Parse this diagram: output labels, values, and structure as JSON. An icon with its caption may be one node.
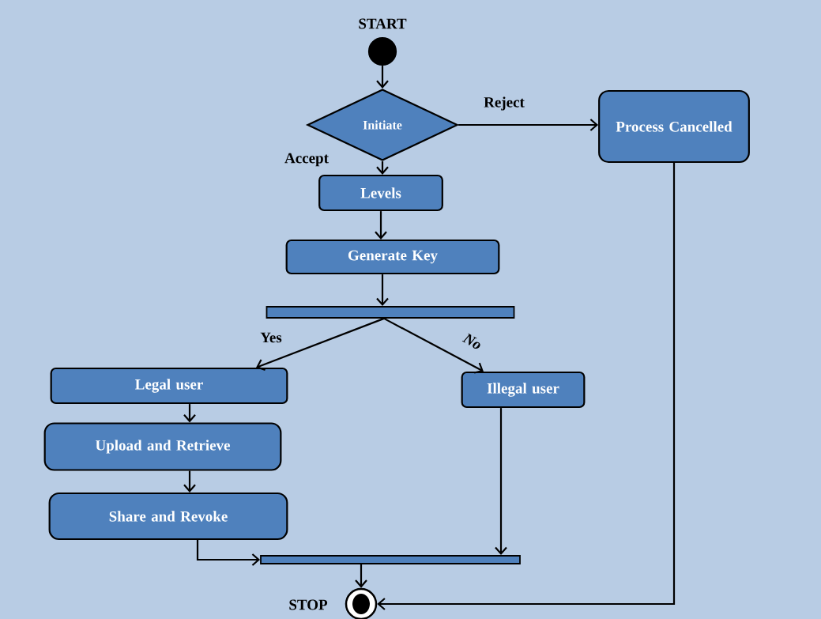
{
  "diagram": {
    "nodes": [
      {
        "text": [],
        "shape": "circle",
        "beside": [
          "START"
        ]
      },
      {
        "text": [
          "Initiate"
        ]
      },
      {
        "text": [
          "Process Cancelled"
        ]
      },
      {
        "text": [
          "Levels"
        ]
      },
      {
        "text": [
          "Generate Key"
        ]
      },
      {
        "text": [],
        "shape": "bar"
      },
      {
        "text": [
          "Legal user"
        ]
      },
      {
        "text": [
          "Illegal user"
        ]
      },
      {
        "text": [
          "Upload and Retrieve"
        ]
      },
      {
        "text": [
          "Share and Revoke"
        ]
      },
      {
        "text": [],
        "shape": "bar"
      },
      {
        "text": [],
        "shape": "circle",
        "beside": [
          "STOP"
        ]
      }
    ],
    "edges": [
      {
        "from": 0,
        "to": 1,
        "arrow": "to"
      },
      {
        "from": 1,
        "to": 2,
        "arrow": "to",
        "label": "Reject"
      },
      {
        "from": 1,
        "to": 3,
        "arrow": "to",
        "label": "Accept"
      },
      {
        "from": 3,
        "to": 4,
        "arrow": "to"
      },
      {
        "from": 4,
        "to": 5,
        "arrow": "to"
      },
      {
        "from": 5,
        "to": 6,
        "arrow": "to",
        "label": "Yes"
      },
      {
        "from": 5,
        "to": 7,
        "arrow": "to",
        "label": "No"
      },
      {
        "from": 6,
        "to": 8,
        "arrow": "to"
      },
      {
        "from": 8,
        "to": 9,
        "arrow": "to"
      },
      {
        "from": 9,
        "to": 10,
        "arrow": "to"
      },
      {
        "from": 7,
        "to": 10,
        "arrow": "to"
      },
      {
        "from": 10,
        "to": 11,
        "arrow": "to"
      },
      {
        "from": 2,
        "to": 11,
        "arrow": "to"
      }
    ]
  }
}
